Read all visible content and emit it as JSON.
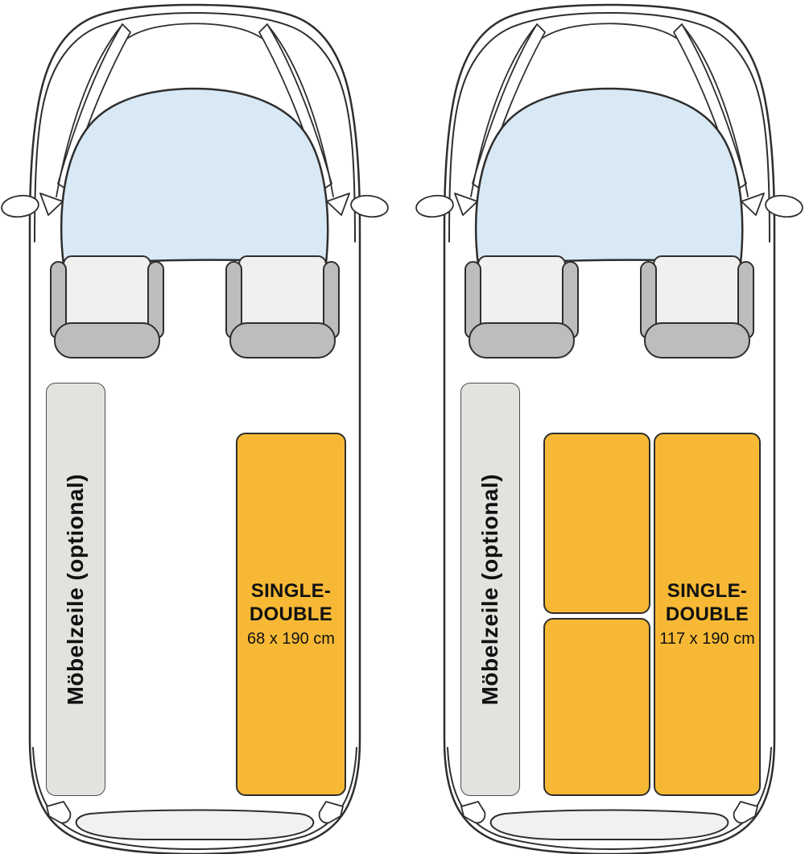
{
  "vans": [
    {
      "id": "van-layout-1",
      "furniture_strip_label": "Möbelzeile (optional)",
      "bed": {
        "label_line1": "SINGLE-",
        "label_line2": "DOUBLE",
        "size": "68 x 190 cm"
      }
    },
    {
      "id": "van-layout-2",
      "furniture_strip_label": "Möbelzeile (optional)",
      "bed": {
        "label_line1": "SINGLE-",
        "label_line2": "DOUBLE",
        "size": "117 x 190 cm"
      }
    }
  ],
  "colors": {
    "bed": "#F7B935",
    "windshield": "#D8E9F5",
    "strip": "#E2E2DF",
    "seat-cushion": "#F0F0EE",
    "seat-bolster": "#BDBDBC",
    "bumper": "#F1F1F0",
    "outline": "#2E2E2E",
    "label": "#111111"
  }
}
